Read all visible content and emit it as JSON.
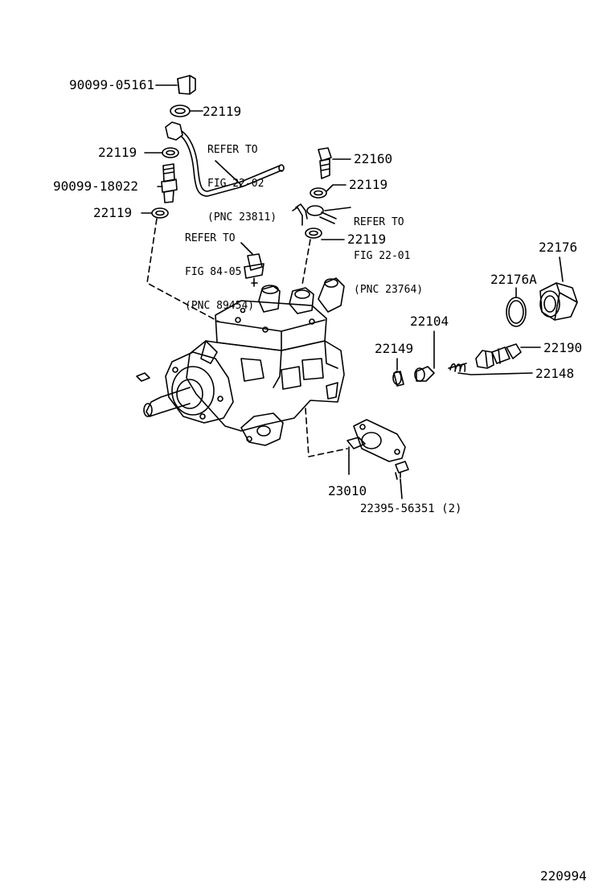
{
  "parts": {
    "p_90099_05161": "90099-05161",
    "p_22119_a": "22119",
    "p_22119_b": "22119",
    "p_90099_18022": "90099-18022",
    "p_22119_c": "22119",
    "p_22160": "22160",
    "p_22119_d": "22119",
    "p_22119_e": "22119",
    "p_22176": "22176",
    "p_22176A": "22176A",
    "p_22104": "22104",
    "p_22149": "22149",
    "p_22190": "22190",
    "p_22148": "22148",
    "p_23010": "23010",
    "p_22395": "22395-56351 (2)"
  },
  "references": {
    "ref_pipe": [
      "REFER TO",
      "FIG 22-02",
      "(PNC 23811)"
    ],
    "ref_sensor": [
      "REFER TO",
      "FIG 84-05",
      "(PNC 89454)"
    ],
    "ref_hose": [
      "REFER TO",
      "FIG 22-01",
      "(PNC 23764)"
    ]
  },
  "figure_number": "220994"
}
